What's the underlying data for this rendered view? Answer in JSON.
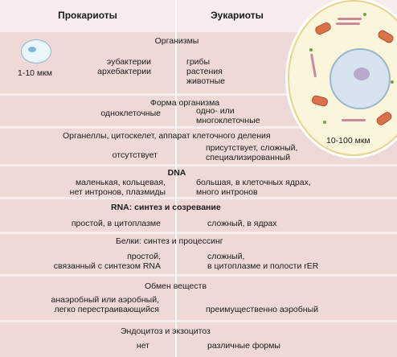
{
  "header": {
    "prokaryotes": "Прокариоты",
    "eukaryotes": "Эукариоты"
  },
  "sections": {
    "organisms": {
      "title": "Организмы",
      "pro_size": "1-10 мкм",
      "pro": [
        "эубактерии",
        "архебактерии"
      ],
      "eu": [
        "грибы",
        "растения",
        "животные"
      ],
      "eu_size": "10-100 мкм"
    },
    "form": {
      "title": "Форма организма",
      "pro": "одноклеточные",
      "eu": [
        "одно- или",
        "многоклеточные"
      ]
    },
    "organelles": {
      "title": "Органеллы, цитоскелет, аппарат клеточного деления",
      "pro": "отсутствует",
      "eu": [
        "присутствует, сложный,",
        "специализированный"
      ]
    },
    "dna": {
      "title": "DNA",
      "pro": [
        "маленькая, кольцевая,",
        "нет интронов, плазмиды"
      ],
      "eu": [
        "большая, в клеточных ядрах,",
        "много интронов"
      ]
    },
    "rna": {
      "title": "RNA: синтез и созревание",
      "pro": "простой, в цитоплазме",
      "eu": "сложный, в ядрах"
    },
    "proteins": {
      "title": "Белки: синтез и процессинг",
      "pro": [
        "простой,",
        "связанный с  синтезом RNA"
      ],
      "eu": [
        "сложный,",
        "в цитоплазме и полости rER"
      ]
    },
    "metabolism": {
      "title": "Обмен веществ",
      "pro": [
        "анаэробный или аэробный,",
        "легко перестраивающийся"
      ],
      "eu": "преимущественно аэробный"
    },
    "endo": {
      "title": "Эндоцитоз и экзоцитоз",
      "pro": "нет",
      "eu": "различные формы"
    }
  },
  "icons": {
    "prokaryote": "prokaryote-cell-illustration",
    "eukaryote": "eukaryote-cell-illustration"
  }
}
